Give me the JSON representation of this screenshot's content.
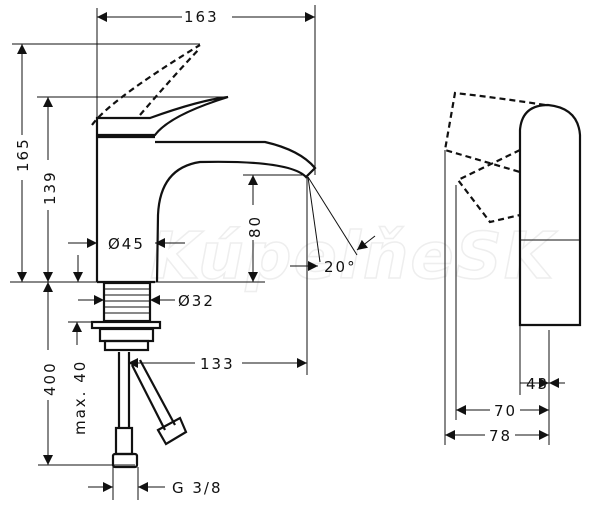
{
  "watermark": "KúpelňeSK",
  "dimensions": {
    "width_total": "163",
    "height_lever_open": "165",
    "height_top": "139",
    "spout_height": "80",
    "body_diameter": "Ø45",
    "shank_diameter": "Ø32",
    "spout_reach": "133",
    "supply_length": "400",
    "max_counter_thickness": "max. 40",
    "spray_angle": "20°",
    "thread": "G 3/8",
    "side_43": "43",
    "side_70": "70",
    "side_78": "78"
  }
}
